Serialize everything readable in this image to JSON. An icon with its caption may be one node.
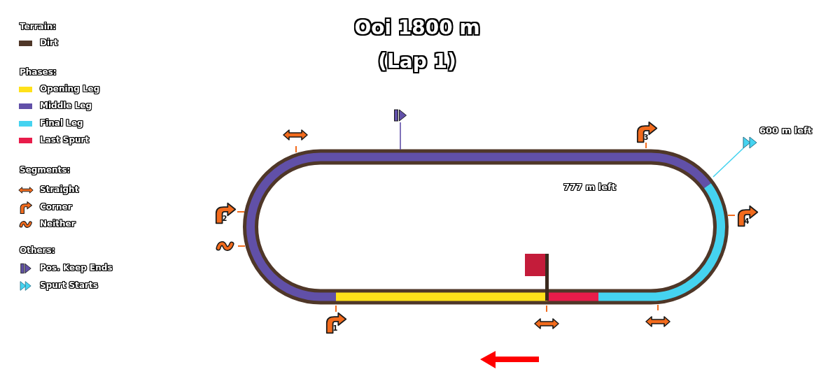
{
  "diagram": {
    "title": "Ooi 1800 m (Lap 1)",
    "labels": [
      "Terrain:",
      "Phases:",
      "Segments:",
      "Others:",
      "600 m left",
      "3",
      "777 m left",
      "2",
      "4",
      "1"
    ],
    "legend": [
      {
        "text": "Dirt",
        "color": "#4f3728"
      },
      {
        "text": "Opening Leg",
        "color": "#ffe11a"
      },
      {
        "text": "Middle Leg",
        "color": "#6150a8"
      },
      {
        "text": "Final Leg",
        "color": "#45d3f0"
      },
      {
        "text": "Last Spurt",
        "color": "#e81c4a"
      },
      {
        "text": "Straight"
      },
      {
        "text": "Corner"
      },
      {
        "text": "Neither"
      },
      {
        "text": "Pos. Keep Ends"
      },
      {
        "text": "Spurt Starts"
      }
    ]
  }
}
